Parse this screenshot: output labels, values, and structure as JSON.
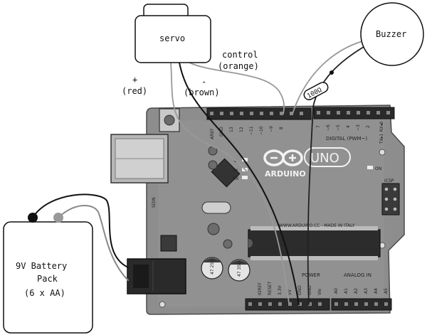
{
  "components": {
    "servo": {
      "label": "servo"
    },
    "buzzer": {
      "label": "Buzzer"
    },
    "battery": {
      "line1": "9V Battery",
      "line2": "Pack",
      "line3": "(6 x AA)"
    },
    "resistor": {
      "label": "100Ω"
    }
  },
  "wires": {
    "control": {
      "line1": "control",
      "line2": "(orange)"
    },
    "positive": {
      "line1": "+",
      "line2": "(red)"
    },
    "negative": {
      "line1": "-",
      "line2": "(brown)"
    }
  },
  "board": {
    "logo_text": "ARDUINO",
    "model": "UNO",
    "on_label": "ON",
    "tx_label": "TX",
    "rx_label": "RX",
    "l_label": "L",
    "digital_label": "DIGITAL (PWM~)",
    "txrx_pins": "TX▸1  RX◂0",
    "aref_label": "AREF",
    "gnd_label": "GND",
    "d13": "13",
    "d12": "12",
    "d11": "~11",
    "d10": "~10",
    "d9": "~9",
    "d8": "8",
    "d7": "7",
    "d6": "~6",
    "d5": "~5",
    "d4": "4",
    "d3": "~3",
    "d2": "2",
    "website": "WWW.ARDUINO.CC - MADE IN ITALY",
    "power_label": "POWER",
    "analog_label": "ANALOG IN",
    "ioref": "IOREF",
    "reset": "RESET",
    "v33": "3.3V",
    "v5": "5V",
    "gnd1": "GND",
    "gnd2": "GND",
    "vin": "Vin",
    "a0": "A0",
    "a1": "A1",
    "a2": "A2",
    "a3": "A3",
    "a4": "A4",
    "a5": "A5",
    "icsp_label": "ICSP",
    "sdin_label": "SDIN",
    "cap1": "47 25V",
    "cap2": "47 35V"
  }
}
